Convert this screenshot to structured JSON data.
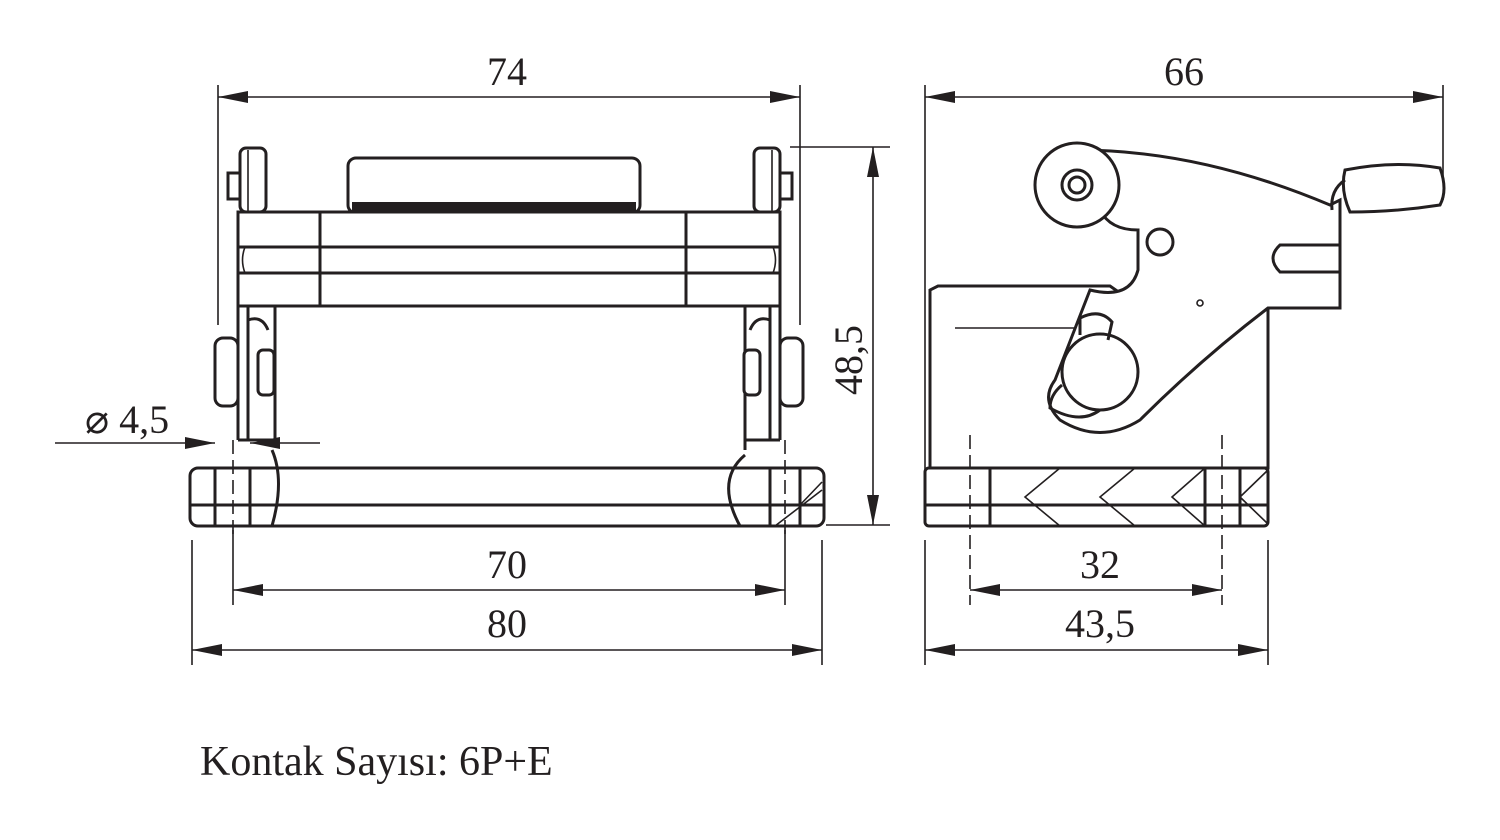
{
  "dimensions": {
    "front_width": "74",
    "side_width": "66",
    "height": "48,5",
    "hole_diameter": "⌀ 4,5",
    "hole_spacing": "70",
    "base_length": "80",
    "side_hole_spacing": "32",
    "side_base_length": "43,5"
  },
  "caption": "Kontak Sayısı: 6P+E",
  "colors": {
    "line": "#231f20",
    "background": "#ffffff"
  }
}
